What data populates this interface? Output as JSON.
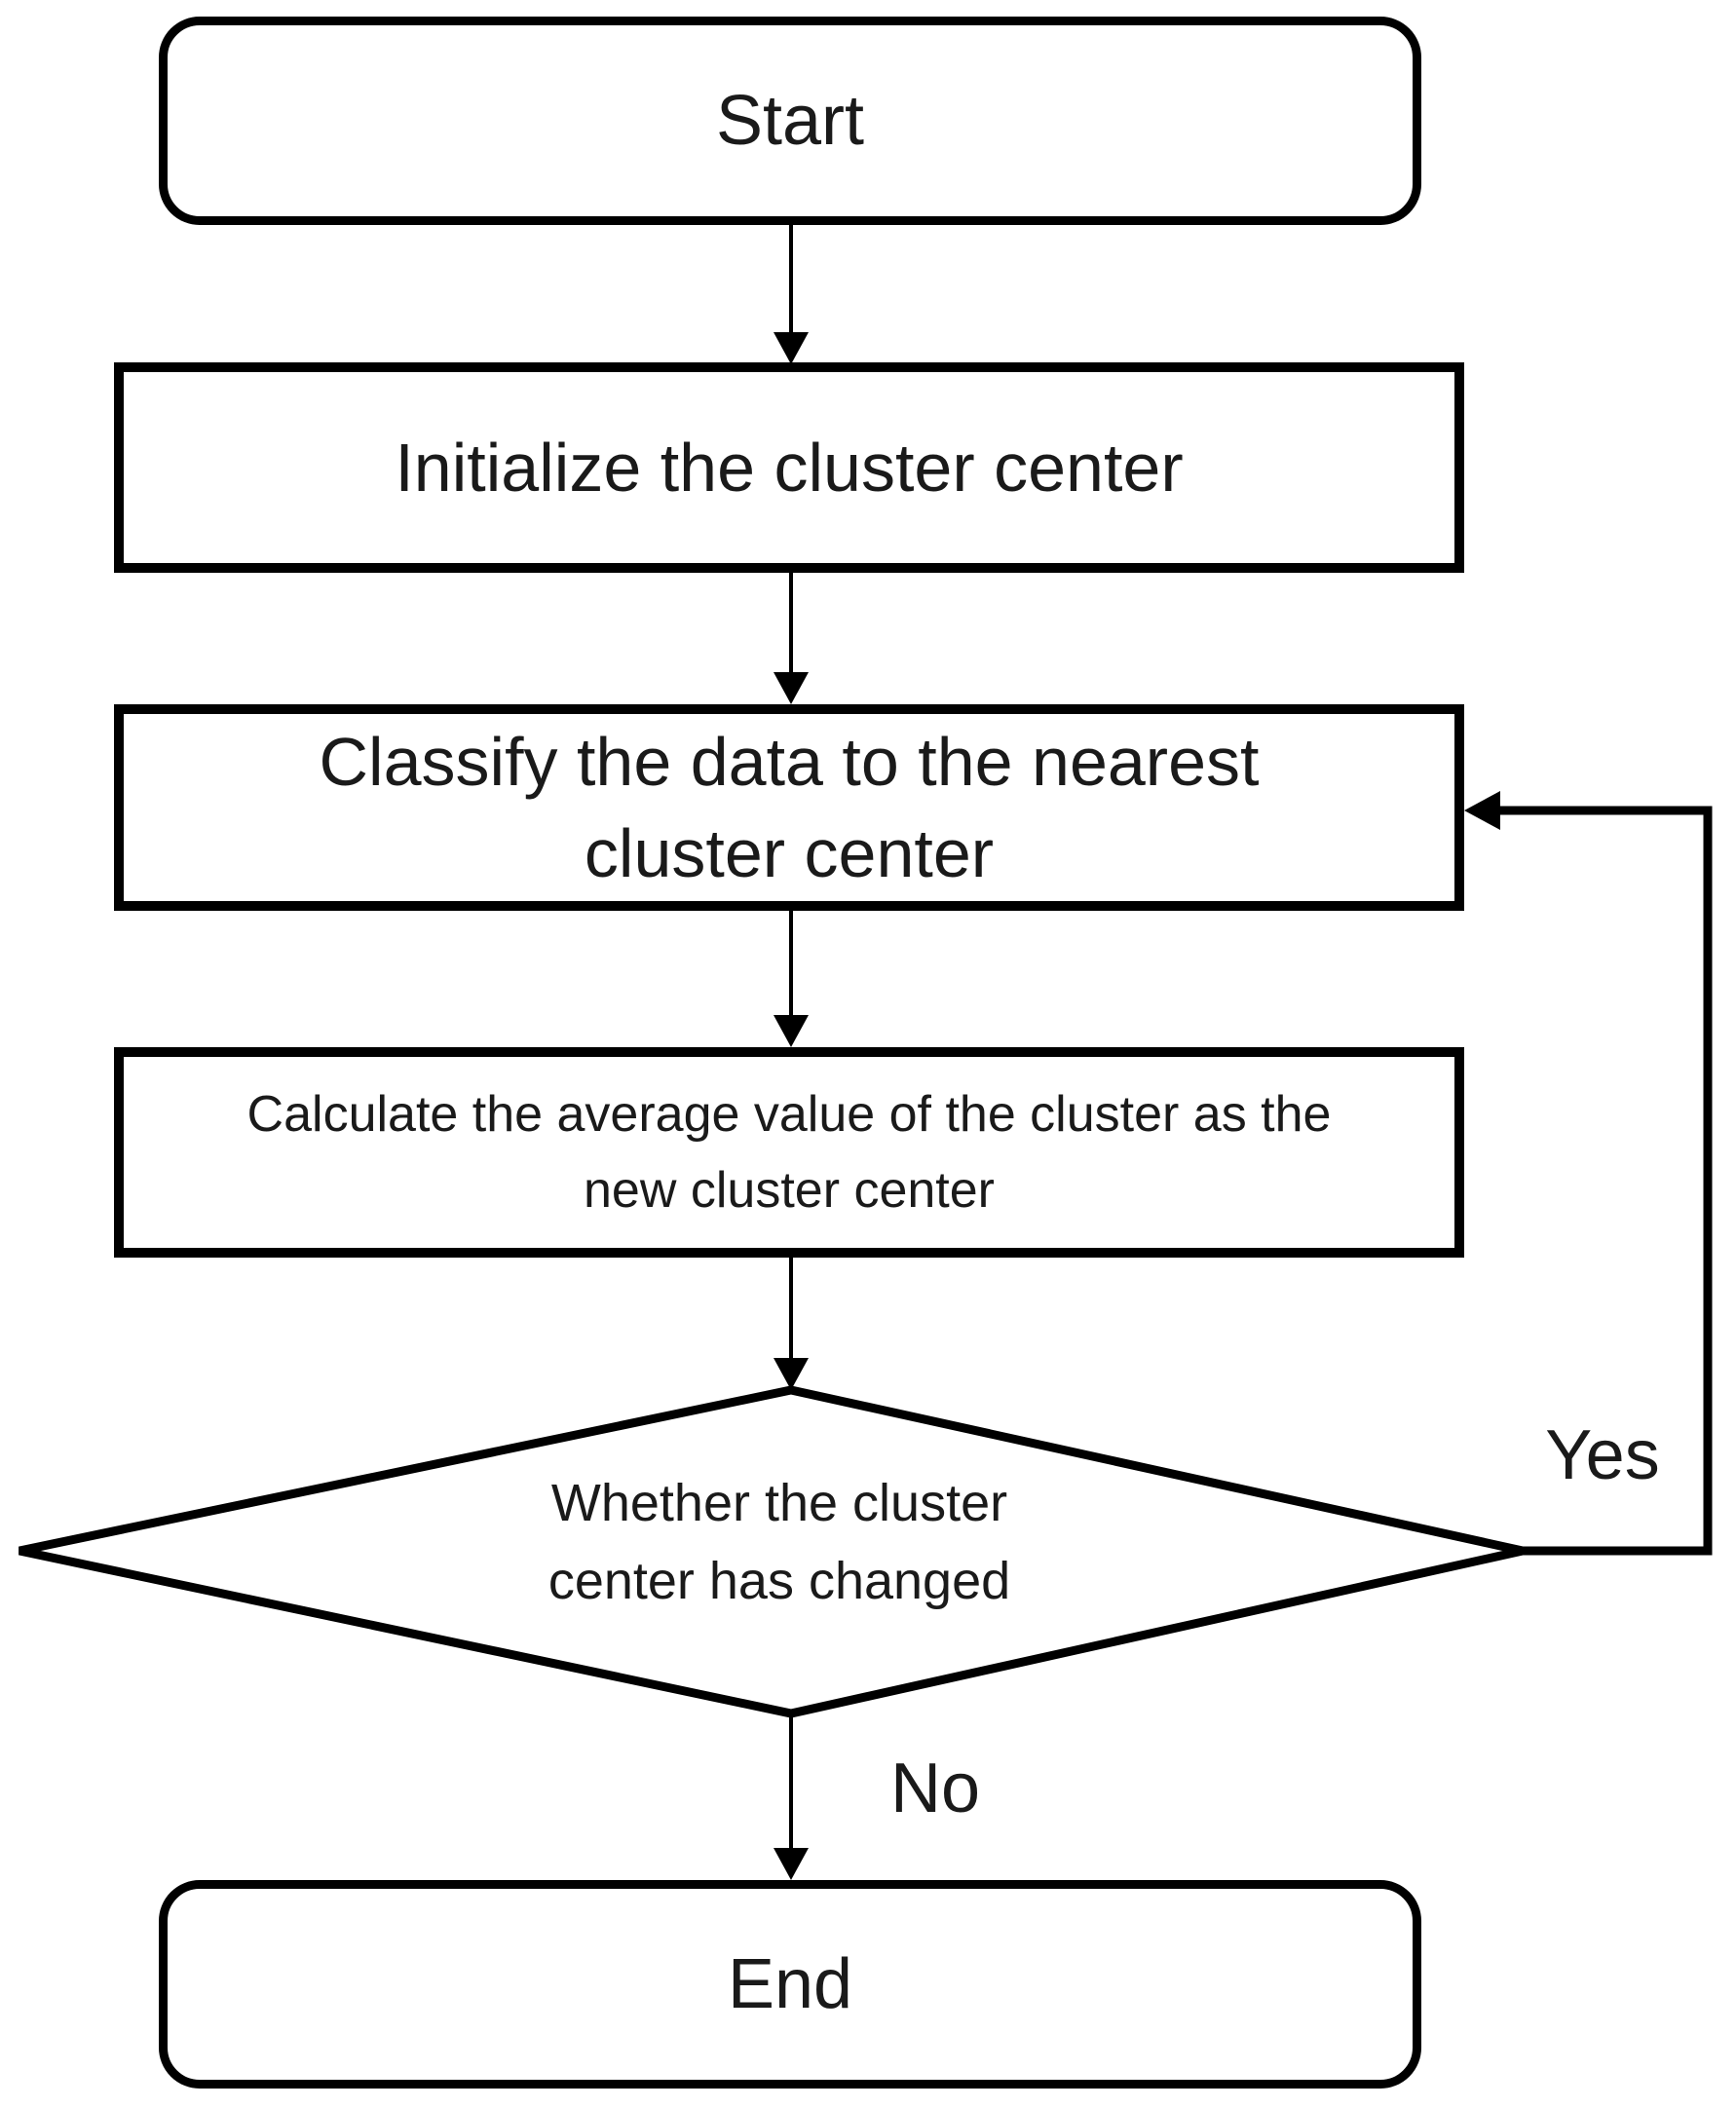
{
  "nodes": {
    "start": {
      "label": "Start",
      "type": "terminator"
    },
    "initialize": {
      "label": "Initialize the cluster center",
      "type": "process"
    },
    "classify": {
      "label": "Classify the data to the nearest cluster center",
      "type": "process"
    },
    "calculate": {
      "label": "Calculate the average value of the cluster as the new cluster center",
      "type": "process"
    },
    "decision": {
      "label": "Whether the cluster center has changed",
      "type": "decision"
    },
    "end": {
      "label": "End",
      "type": "terminator"
    }
  },
  "edge_labels": {
    "yes": "Yes",
    "no": "No"
  },
  "colors": {
    "stroke": "#000000",
    "text": "#1a1a1a",
    "background": "#ffffff"
  }
}
